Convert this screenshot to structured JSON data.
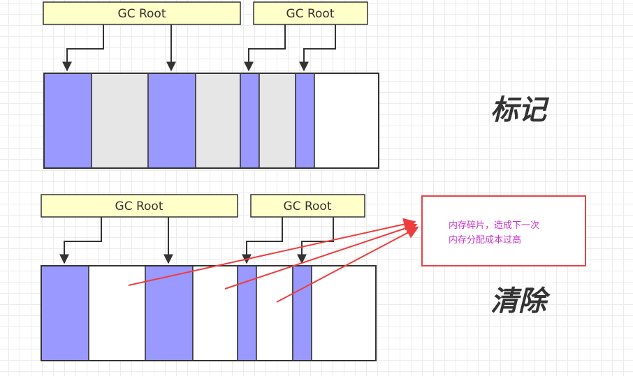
{
  "colors": {
    "root_fill": "#ffffc9",
    "live_block": "#9999ff",
    "unreachable_block": "#e6e6e6",
    "free_block": "#ffffff",
    "note_border": "#e84242",
    "note_text": "#cc33cc",
    "fragment_arrow": "#f03c3c"
  },
  "mark": {
    "title": "标记",
    "roots": [
      "GC Root",
      "GC Root"
    ],
    "blocks": [
      "live",
      "unreachable",
      "live",
      "unreachable",
      "live",
      "unreachable",
      "live",
      "free"
    ]
  },
  "sweep": {
    "title": "清除",
    "roots": [
      "GC Root",
      "GC Root"
    ],
    "blocks": [
      "live",
      "free",
      "live",
      "free",
      "live",
      "free",
      "live",
      "free"
    ]
  },
  "note": {
    "lines": [
      "内存碎片，造成下一次",
      "内存分配成本过高"
    ]
  }
}
